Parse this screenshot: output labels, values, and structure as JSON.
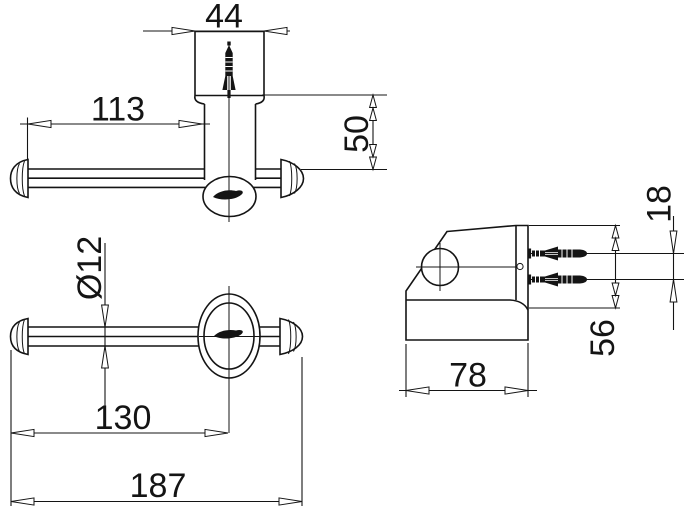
{
  "figure": {
    "type": "technical-dimension-drawing",
    "background_color": "#ffffff",
    "line_color": "#141414",
    "views": {
      "front": {
        "dim_plate_width": "44",
        "dim_bar_left_of_post": "113",
        "dim_plate_to_bar_drop": "50"
      },
      "plan": {
        "dim_bar_diameter": "Ø12",
        "dim_end_to_center": "130",
        "dim_overall_length": "187"
      },
      "side": {
        "dim_screw_hole_spacing": "18",
        "dim_wall_plate_height": "56",
        "dim_overall_depth": "78"
      }
    }
  }
}
